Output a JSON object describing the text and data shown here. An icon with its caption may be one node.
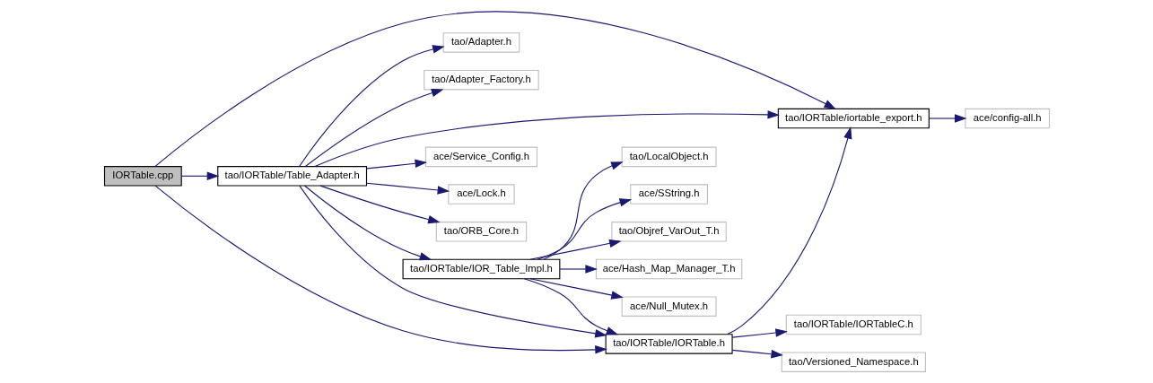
{
  "diagram": {
    "nodes": [
      {
        "text": [
          "IORTable.cpp"
        ]
      },
      {
        "text": [
          "tao/IORTable/Table_Adapter.h"
        ]
      },
      {
        "text": [
          "tao/IORTable/IORTable.h"
        ]
      },
      {
        "text": [
          "tao/IORTable/iortable_export.h"
        ]
      },
      {
        "text": [
          "ace/config-all.h"
        ]
      },
      {
        "text": [
          "tao/IORTable/IORTableC.h"
        ]
      },
      {
        "text": [
          "tao/Versioned_Namespace.h"
        ]
      },
      {
        "text": [
          "ace/Service_Config.h"
        ]
      },
      {
        "text": [
          "ace/Lock.h"
        ]
      },
      {
        "text": [
          "tao/ORB_Core.h"
        ]
      },
      {
        "text": [
          "tao/IORTable/IOR_Table_Impl.h"
        ]
      },
      {
        "text": [
          "tao/Objref_VarOut_T.h"
        ]
      },
      {
        "text": [
          "ace/Hash_Map_Manager_T.h"
        ]
      },
      {
        "text": [
          "ace/Null_Mutex.h"
        ]
      },
      {
        "text": [
          "tao/LocalObject.h"
        ]
      },
      {
        "text": [
          "ace/SString.h"
        ]
      },
      {
        "text": [
          "tao/Adapter.h"
        ]
      },
      {
        "text": [
          "tao/Adapter_Factory.h"
        ]
      }
    ],
    "edges": [
      {
        "from": 0,
        "to": 3,
        "arrow": "to"
      },
      {
        "from": 0,
        "to": 2,
        "arrow": "to"
      },
      {
        "from": 0,
        "to": 1,
        "arrow": "to"
      },
      {
        "from": 1,
        "to": 3,
        "arrow": "to"
      },
      {
        "from": 1,
        "to": 7,
        "arrow": "to"
      },
      {
        "from": 1,
        "to": 8,
        "arrow": "to"
      },
      {
        "from": 1,
        "to": 9,
        "arrow": "to"
      },
      {
        "from": 1,
        "to": 2,
        "arrow": "to"
      },
      {
        "from": 1,
        "to": 10,
        "arrow": "to"
      },
      {
        "from": 1,
        "to": 16,
        "arrow": "to"
      },
      {
        "from": 1,
        "to": 17,
        "arrow": "to"
      },
      {
        "from": 2,
        "to": 3,
        "arrow": "to"
      },
      {
        "from": 2,
        "to": 5,
        "arrow": "to"
      },
      {
        "from": 2,
        "to": 6,
        "arrow": "to"
      },
      {
        "from": 3,
        "to": 4,
        "arrow": "to"
      },
      {
        "from": 10,
        "to": 2,
        "arrow": "to"
      },
      {
        "from": 10,
        "to": 11,
        "arrow": "to"
      },
      {
        "from": 10,
        "to": 12,
        "arrow": "to"
      },
      {
        "from": 10,
        "to": 13,
        "arrow": "to"
      },
      {
        "from": 10,
        "to": 14,
        "arrow": "to"
      },
      {
        "from": 10,
        "to": 15,
        "arrow": "to"
      }
    ]
  }
}
